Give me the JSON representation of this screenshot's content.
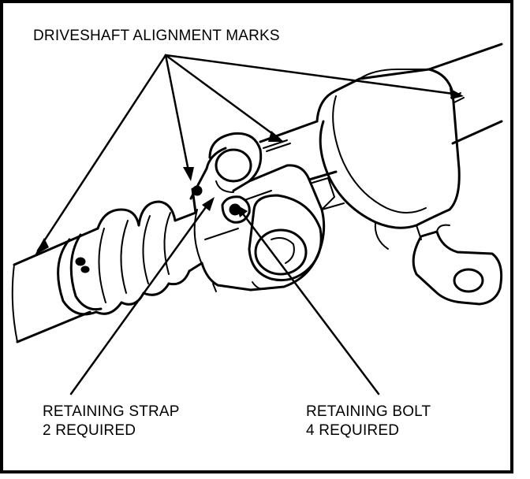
{
  "labels": {
    "title": "DRIVESHAFT ALIGNMENT MARKS",
    "strap": {
      "line1": "RETAINING STRAP",
      "line2": "2 REQUIRED"
    },
    "bolt": {
      "line1": "RETAINING BOLT",
      "line2": "4 REQUIRED"
    }
  },
  "colors": {
    "ink": "#000000",
    "paper": "#ffffff"
  }
}
